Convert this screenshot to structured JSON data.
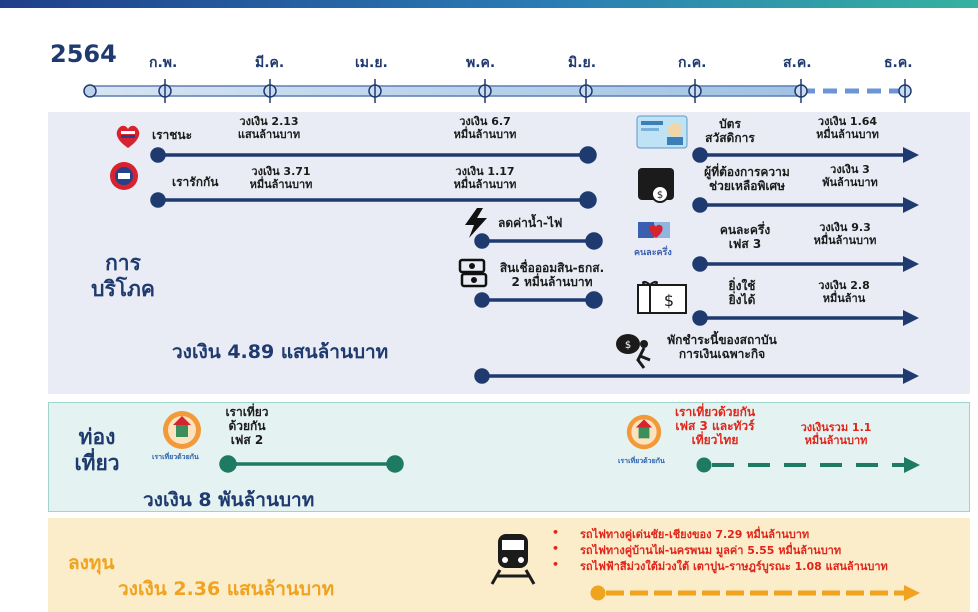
{
  "timeline": {
    "year": "2564",
    "months": [
      "ก.พ.",
      "มี.ค.",
      "เม.ย.",
      "พ.ค.",
      "มิ.ย.",
      "ก.ค.",
      "ส.ค.",
      "ธ.ค."
    ]
  },
  "consumption": {
    "section_title_1": "การ",
    "section_title_2": "บริโภค",
    "budget": "วงเงิน 4.89 แสนล้านบาท",
    "rao_chana": {
      "name": "เราชนะ",
      "amount1_a": "วงเงิน 2.13",
      "amount1_b": "แสนล้านบาท",
      "amount2_a": "วงเงิน 6.7",
      "amount2_b": "หมื่นล้านบาท"
    },
    "rao_rak_kan": {
      "name": "เรารักกัน",
      "amount1_a": "วงเงิน 3.71",
      "amount1_b": "หมื่นล้านบาท",
      "amount2_a": "วงเงิน 1.17",
      "amount2_b": "หมื่นล้านบาท"
    },
    "utility": {
      "name": "ลดค่าน้ำ-ไฟ"
    },
    "gsb_loan": {
      "name_a": "สินเชื่อออมสิน-ธกส.",
      "name_b": "2 หมื่นล้านบาท"
    },
    "welfare_card": {
      "name_a": "บัตร",
      "name_b": "สวัสดิการ",
      "amount_a": "วงเงิน 1.64",
      "amount_b": "หมื่นล้านบาท"
    },
    "special_help": {
      "name_a": "ผู้ที่ต้องการความ",
      "name_b": "ช่วยเหลือพิเศษ",
      "amount_a": "วงเงิน 3",
      "amount_b": "พันล้านบาท"
    },
    "half_half": {
      "name_a": "คนละครึ่ง",
      "name_b": "เฟส 3",
      "amount_a": "วงเงิน 9.3",
      "amount_b": "หมื่นล้านบาท",
      "logo_text": "คนละครึ่ง"
    },
    "spend_more": {
      "name_a": "ยิ่งใช้",
      "name_b": "ยิ่งได้",
      "amount_a": "วงเงิน 2.8",
      "amount_b": "หมื่นล้าน"
    },
    "debt_pause": {
      "name_a": "พักชำระนี้ของสถาบัน",
      "name_b": "การเงินเฉพาะกิจ"
    }
  },
  "tourism": {
    "section_title_1": "ท่อง",
    "section_title_2": "เที่ยว",
    "budget": "วงเงิน 8 พันล้านบาท",
    "phase2": {
      "line1": "เราเที่ยว",
      "line2": "ด้วยกัน",
      "line3": "เฟส 2"
    },
    "phase3": {
      "line1": "เราเที่ยวด้วยกัน",
      "line2": "เฟส 3 และทัวร์",
      "line3": "เที่ยวไทย",
      "amount_a": "วงเงินรวม 1.1",
      "amount_b": "หมื่นล้านบาท"
    },
    "logo_text": "เราเที่ยวด้วยกัน"
  },
  "investment": {
    "section_title": "ลงทุน",
    "budget": "วงเงิน 2.36 แสนล้านบาท",
    "items": [
      "รถไฟทางคู่เด่นชัย-เชียงของ 7.29 หมื่นล้านบาท",
      "รถไฟทางคู่บ้านไผ่-นครพนม มูลค่า 5.55 หมื่นล้านบาท",
      "รถไฟฟ้าสีม่วงใต้ม่วงใต้ เตาปูน-ราษฎร์บูรณะ 1.08 แสนล้านบาท"
    ]
  },
  "colors": {
    "navy": "#1f3a6e",
    "red": "#e0261b",
    "orange": "#f0a31e",
    "teal": "#1e7a62"
  },
  "icons": [
    "flag-heart-logo",
    "rao-rak-kan-logo",
    "lightning-icon",
    "money-exchange-icon",
    "welfare-card-icon",
    "wallet-coin-icon",
    "heart-puzzle-icon",
    "gift-money-icon",
    "debt-bag-icon",
    "tourism-logo",
    "train-icon"
  ]
}
